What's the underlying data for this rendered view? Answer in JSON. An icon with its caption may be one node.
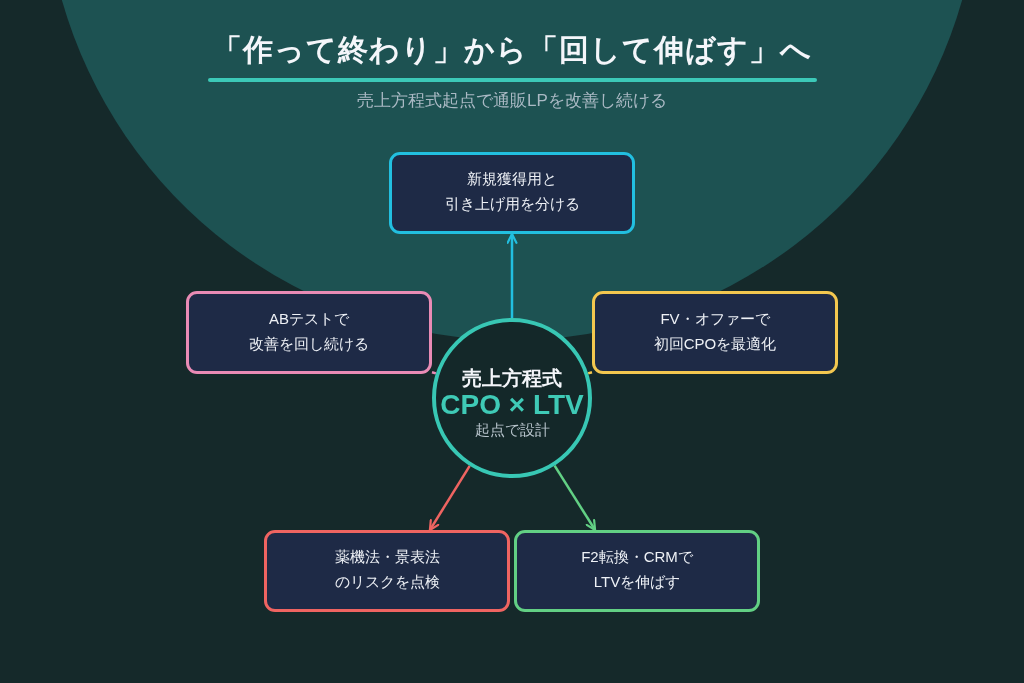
{
  "diagram": {
    "title": "「作って終わり」から「回して伸ばす」へ",
    "nodes": [
      {
        "text": [
          "新規獲得用と引き上げ用を分ける"
        ]
      },
      {
        "text": [
          "ABテストで改善を回し続ける"
        ]
      },
      {
        "text": [
          "売上方程式",
          "CPO × LTV",
          "起点で設計"
        ]
      },
      {
        "text": [
          "FV・オファーで初回CPOを最適化"
        ]
      },
      {
        "text": [
          "薬機法・景表法のリスクを点検"
        ]
      },
      {
        "text": [
          "F2転換・CRMでLTVを伸ばす"
        ]
      }
    ],
    "edges": [
      {
        "from": 2,
        "to": 0,
        "arrow": "to",
        "color": "#22bfe0"
      },
      {
        "from": 2,
        "to": 1,
        "arrow": "none",
        "color": "#e98bb5"
      },
      {
        "from": 2,
        "to": 3,
        "arrow": "none",
        "color": "#f3c74f"
      },
      {
        "from": 2,
        "to": 4,
        "arrow": "to",
        "color": "#ef6461"
      },
      {
        "from": 2,
        "to": 5,
        "arrow": "to",
        "color": "#62d084"
      }
    ],
    "labels": [
      "売上方程式起点で通販LPを改善し続ける"
    ]
  }
}
